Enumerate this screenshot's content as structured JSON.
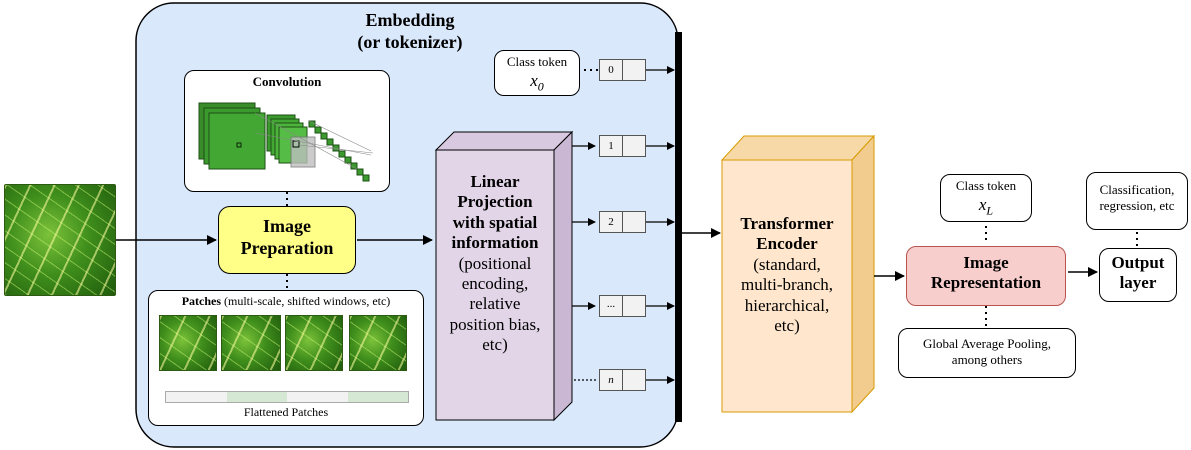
{
  "embedding": {
    "title_line1": "Embedding",
    "title_line2": "(or tokenizer)"
  },
  "convolution": {
    "label": "Convolution"
  },
  "image_preparation": {
    "line1": "Image",
    "line2": "Preparation"
  },
  "patches": {
    "label_bold": "Patches",
    "label_rest": " (multi-scale, shifted windows, etc)",
    "flattened_label": "Flattened Patches"
  },
  "class_token_input": {
    "label": "Class token",
    "symbol": "x",
    "subscript": "0"
  },
  "linear_projection": {
    "line1": "Linear",
    "line2": "Projection",
    "line3": "with spatial",
    "line4": "information",
    "line5": "(positional",
    "line6": "encoding,",
    "line7": "relative",
    "line8": "position bias,",
    "line9": "etc)"
  },
  "tokens": [
    "0",
    "1",
    "2",
    "...",
    "n"
  ],
  "transformer_encoder": {
    "line1": "Transformer",
    "line2": "Encoder",
    "line3": "(standard,",
    "line4": "multi-branch,",
    "line5": "hierarchical,",
    "line6": "etc)"
  },
  "class_token_output": {
    "label": "Class token",
    "symbol": "x",
    "subscript": "L"
  },
  "image_representation": {
    "line1": "Image",
    "line2": "Representation"
  },
  "pooling_note": {
    "line1": "Global Average Pooling,",
    "line2": "among others"
  },
  "output_note": {
    "line1": "Classification,",
    "line2": "regression, etc"
  },
  "output_layer": {
    "line1": "Output",
    "line2": "layer"
  },
  "colors": {
    "embedding_bg": "#dae8fc",
    "image_prep": "#ffff88",
    "linear_front": "#e1d5e7",
    "linear_side": "#c9b7d4",
    "encoder_front": "#ffe6cc",
    "encoder_side": "#f2cc8f",
    "image_rep": "#f8cecc",
    "image_rep_border": "#b85450",
    "flatten_green": "#d5e8d4"
  }
}
